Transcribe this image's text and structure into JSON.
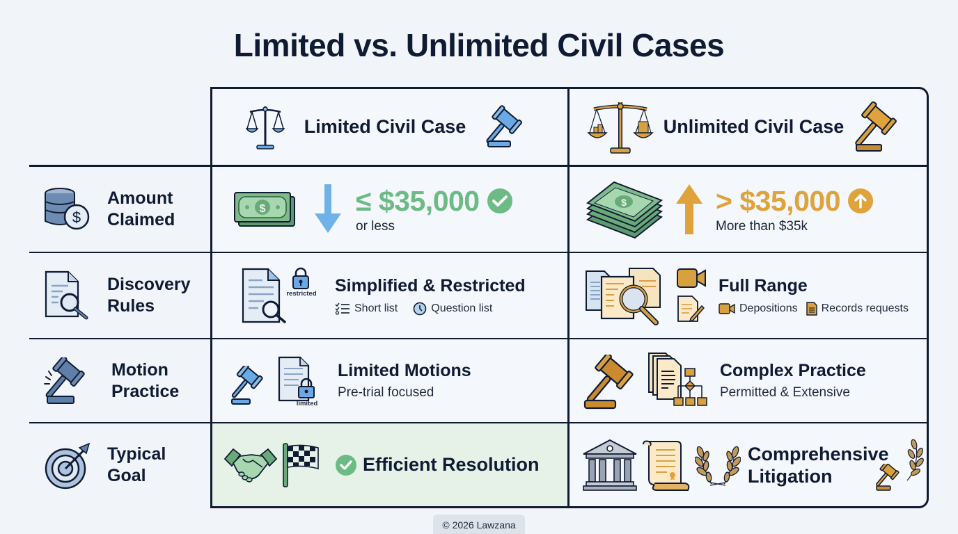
{
  "title": "Limited vs. Unlimited Civil Cases",
  "columns": {
    "limited": {
      "label": "Limited Civil Case",
      "icons": [
        "scales-icon",
        "gavel-icon"
      ],
      "accent": "#5b9bd5"
    },
    "unlimited": {
      "label": "Unlimited Civil Case",
      "icons": [
        "scales-with-coins-icon",
        "gavel-icon"
      ],
      "accent": "#d9a040"
    }
  },
  "rows": [
    {
      "label_line1": "Amount",
      "label_line2": "Claimed",
      "icon": "coins-dollar-icon",
      "limited": {
        "value": "≤ $35,000",
        "sub": "or less",
        "icons": [
          "cash-icon",
          "down-arrow-icon",
          "check-circle-icon"
        ],
        "color": "#6dbb84"
      },
      "unlimited": {
        "value": "> $35,000",
        "sub": "More than $35k",
        "icons": [
          "cash-stack-icon",
          "up-arrow-icon",
          "up-circle-icon"
        ],
        "color": "#e0a33c"
      }
    },
    {
      "label_line1": "Discovery",
      "label_line2": "Rules",
      "icon": "document-search-icon",
      "limited": {
        "title": "Simplified & Restricted",
        "badge": "restricted",
        "chips": [
          "Short list",
          "Question list"
        ],
        "icons": [
          "document-search-icon",
          "lock-icon",
          "checklist-icon",
          "clock-icon"
        ]
      },
      "unlimited": {
        "title": "Full Range",
        "chips": [
          "Depositions",
          "Records requests"
        ],
        "icons": [
          "documents-search-icon",
          "video-camera-icon",
          "document-pen-icon",
          "document-icon"
        ]
      }
    },
    {
      "label_line1": "Motion",
      "label_line2": "Practice",
      "icon": "gavel-icon",
      "limited": {
        "title": "Limited Motions",
        "sub": "Pre-trial focused",
        "badge": "limited",
        "icons": [
          "gavel-icon",
          "locked-document-icon"
        ]
      },
      "unlimited": {
        "title": "Complex Practice",
        "sub": "Permitted & Extensive",
        "icons": [
          "gavel-icon",
          "documents-icon",
          "flowchart-icon"
        ]
      }
    },
    {
      "label_line1": "Typical",
      "label_line2": "Goal",
      "icon": "target-icon",
      "limited": {
        "title": "Efficient Resolution",
        "icons": [
          "handshake-icon",
          "checkered-flag-icon",
          "check-circle-icon"
        ],
        "bg": "#e6f2e8"
      },
      "unlimited": {
        "title_line1": "Comprehensive",
        "title_line2": "Litigation",
        "icons": [
          "courthouse-icon",
          "scroll-icon",
          "laurel-icon",
          "gavel-icon"
        ]
      }
    }
  ],
  "footer": "© 2026 Lawzana"
}
